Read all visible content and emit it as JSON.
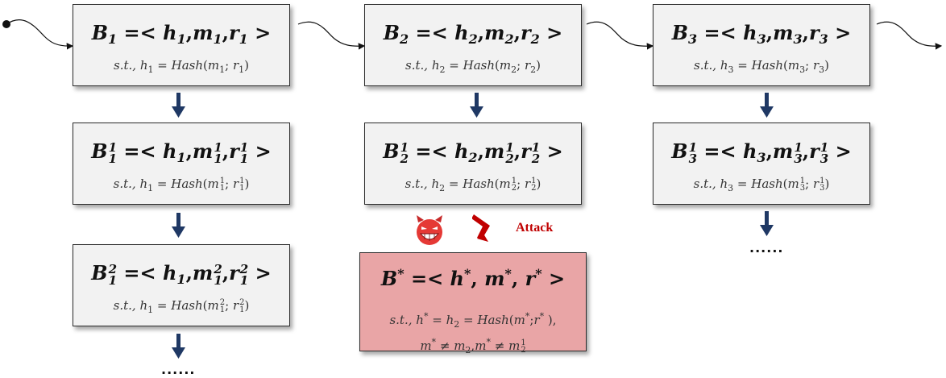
{
  "blocks": [
    {
      "id": "B1",
      "title": {
        "B": "B",
        "sub": "1",
        "sup": "",
        "h": "h",
        "hs": "1",
        "m": "m",
        "ms": "1",
        "msup": "",
        "r": "r",
        "rs": "1",
        "rsup": ""
      },
      "cond": {
        "st": "s.t.,",
        "h": "h",
        "hs": "1",
        "m": "m",
        "ms": "1",
        "msup": "",
        "r": "r",
        "rs": "1",
        "rsup": ""
      }
    },
    {
      "id": "B2",
      "title": {
        "B": "B",
        "sub": "2",
        "sup": "",
        "h": "h",
        "hs": "2",
        "m": "m",
        "ms": "2",
        "msup": "",
        "r": "r",
        "rs": "2",
        "rsup": ""
      },
      "cond": {
        "st": "s.t.,",
        "h": "h",
        "hs": "2",
        "m": "m",
        "ms": "2",
        "msup": "",
        "r": "r",
        "rs": "2",
        "rsup": ""
      }
    },
    {
      "id": "B3",
      "title": {
        "B": "B",
        "sub": "3",
        "sup": "",
        "h": "h",
        "hs": "3",
        "m": "m",
        "ms": "3",
        "msup": "",
        "r": "r",
        "rs": "3",
        "rsup": ""
      },
      "cond": {
        "st": "s.t.,",
        "h": "h",
        "hs": "3",
        "m": "m",
        "ms": "3",
        "msup": "",
        "r": "r",
        "rs": "3",
        "rsup": ""
      }
    },
    {
      "id": "B1_1",
      "title": {
        "B": "B",
        "sub": "1",
        "sup": "1",
        "h": "h",
        "hs": "1",
        "m": "m",
        "ms": "1",
        "msup": "1",
        "r": "r",
        "rs": "1",
        "rsup": "1"
      },
      "cond": {
        "st": "s.t.,",
        "h": "h",
        "hs": "1",
        "m": "m",
        "ms": "1",
        "msup": "1",
        "r": "r",
        "rs": "1",
        "rsup": "1"
      }
    },
    {
      "id": "B2_1",
      "title": {
        "B": "B",
        "sub": "2",
        "sup": "1",
        "h": "h",
        "hs": "2",
        "m": "m",
        "ms": "2",
        "msup": "1",
        "r": "r",
        "rs": "2",
        "rsup": "1"
      },
      "cond": {
        "st": "s.t.,",
        "h": "h",
        "hs": "2",
        "m": "m",
        "ms": "2",
        "msup": "1",
        "r": "r",
        "rs": "2",
        "rsup": "1"
      }
    },
    {
      "id": "B3_1",
      "title": {
        "B": "B",
        "sub": "3",
        "sup": "1",
        "h": "h",
        "hs": "3",
        "m": "m",
        "ms": "3",
        "msup": "1",
        "r": "r",
        "rs": "3",
        "rsup": "1"
      },
      "cond": {
        "st": "s.t.,",
        "h": "h",
        "hs": "3",
        "m": "m",
        "ms": "3",
        "msup": "1",
        "r": "r",
        "rs": "3",
        "rsup": "1"
      }
    },
    {
      "id": "B1_2",
      "title": {
        "B": "B",
        "sub": "1",
        "sup": "2",
        "h": "h",
        "hs": "1",
        "m": "m",
        "ms": "1",
        "msup": "2",
        "r": "r",
        "rs": "1",
        "rsup": "2"
      },
      "cond": {
        "st": "s.t.,",
        "h": "h",
        "hs": "1",
        "m": "m",
        "ms": "1",
        "msup": "2",
        "r": "r",
        "rs": "1",
        "rsup": "2"
      }
    }
  ],
  "symbols": {
    "eq_lt": "=<",
    "gt": ">",
    "comma": ",",
    "eq": "=",
    "hash": "Hash",
    "semicolon": ";",
    "neq": "≠"
  },
  "attack_block": {
    "title": {
      "B": "B",
      "star": "*",
      "h": "h",
      "m": "m",
      "r": "r"
    },
    "cond_line1": {
      "st": "s.t.,",
      "h": "h",
      "star": "*",
      "h2": "h",
      "h2s": "2",
      "m": "m",
      "r": "r"
    },
    "cond_line2": {
      "m": "m",
      "star": "*",
      "m2": "m",
      "m2s": "2",
      "m3": "m",
      "m3s": "2",
      "m3sup": "1"
    }
  },
  "ellipsis": "......",
  "attack_label": "Attack",
  "colors": {
    "block_fill": "#f2f2f2",
    "attack_fill": "#e9a5a6",
    "arrow_navy": "#1f3864",
    "attack_red": "#c00000",
    "devil_face": "#e53935"
  },
  "icons": {
    "attacker": "devil-face-icon",
    "attack_arrow": "red-chevron-arrow-icon"
  }
}
